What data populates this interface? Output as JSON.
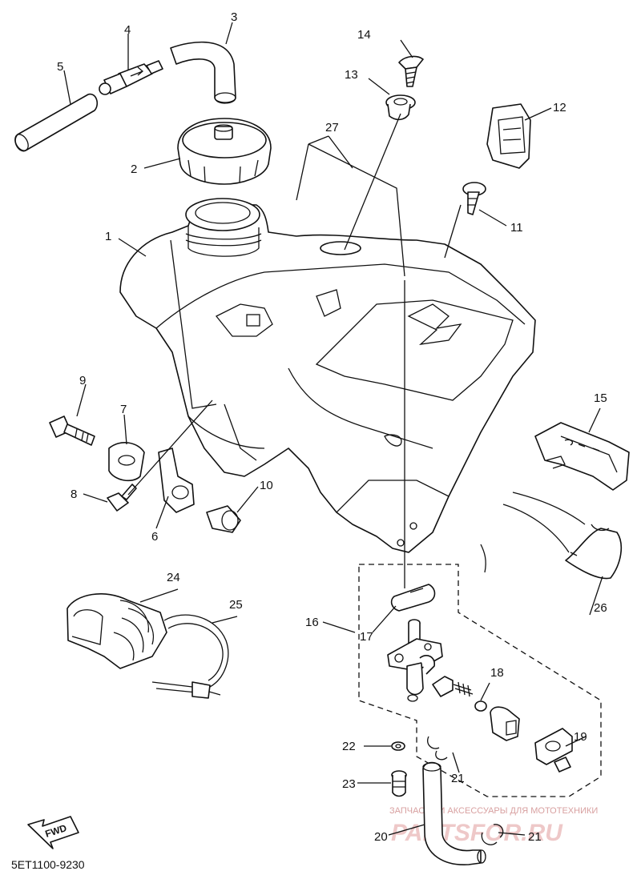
{
  "diagram": {
    "code": "5ET1100-9230",
    "fwd_label": "FWD",
    "watermark": {
      "caption": "ЗАПЧАСТИ И АКСЕССУАРЫ ДЛЯ МОТОТЕХНИКИ",
      "brand": "PARTSFOR.RU"
    },
    "callouts": [
      "1",
      "2",
      "3",
      "4",
      "5",
      "6",
      "7",
      "8",
      "9",
      "10",
      "11",
      "12",
      "13",
      "14",
      "15",
      "16",
      "17",
      "18",
      "19",
      "20",
      "21",
      "21",
      "22",
      "23",
      "24",
      "25",
      "26",
      "27"
    ]
  }
}
